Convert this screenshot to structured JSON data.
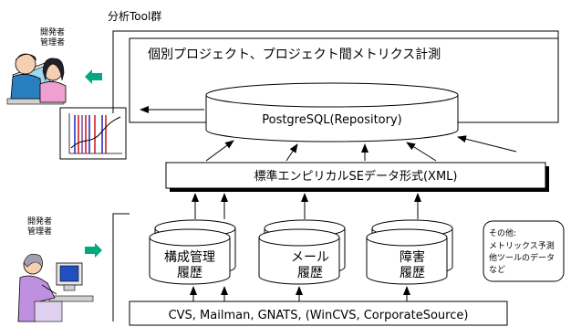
{
  "tool_group_label": "分析Tool群",
  "top_role_line1": "開発者",
  "top_role_line2": "管理者",
  "bottom_role_line1": "開発者",
  "bottom_role_line2": "管理者",
  "metrics_box_label": "個別プロジェクト、プロジェクト間メトリクス計測",
  "repository_label": "PostgreSQL(Repository)",
  "format_box_label": "標準エンピリカルSEデータ形式(XML)",
  "cylinder_config_line1": "構成管理",
  "cylinder_config_line2": "履歴",
  "cylinder_mail_line1": "メール",
  "cylinder_mail_line2": "履歴",
  "cylinder_bug_line1": "障害",
  "cylinder_bug_line2": "履歴",
  "other_line1": "その他:",
  "other_line2": "メトリックス予測",
  "other_line3": "他ツールのデータ",
  "other_line4": "など",
  "sources_label": "CVS, Mailman, GNATS, (WinCVS, CorporateSource)",
  "colors": {
    "green_arrow": "#00a980",
    "chart_red": "#d01010",
    "chart_blue": "#2020c0",
    "chart_purple": "#8040a0"
  }
}
